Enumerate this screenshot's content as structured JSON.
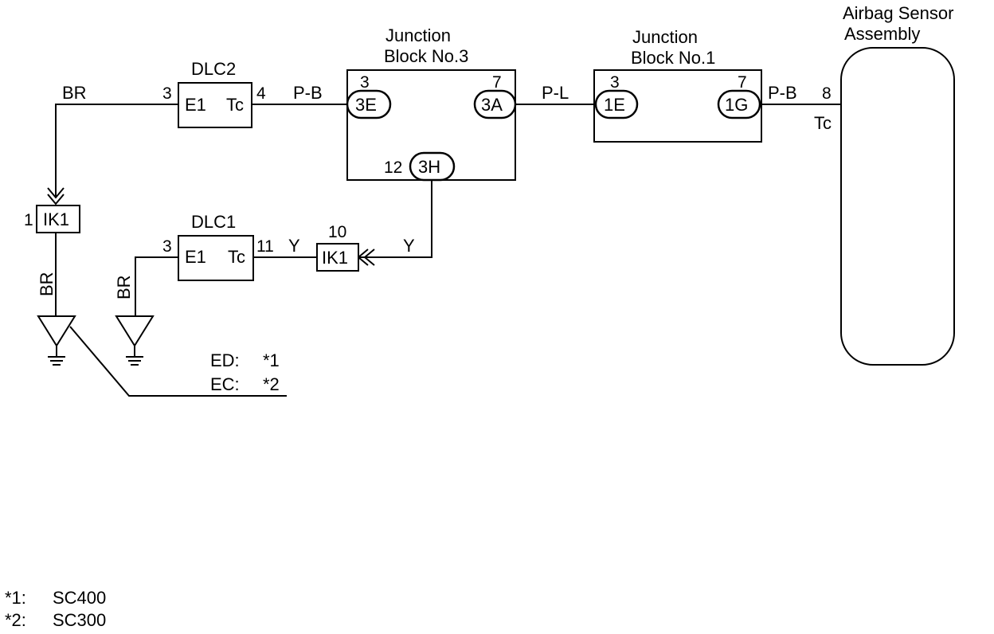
{
  "components": {
    "dlc2": {
      "name": "DLC2",
      "pin_e1": "3",
      "term_e1": "E1",
      "pin_tc": "4",
      "term_tc": "Tc"
    },
    "dlc1": {
      "name": "DLC1",
      "pin_e1": "3",
      "term_e1": "E1",
      "pin_tc": "11",
      "term_tc": "Tc"
    },
    "jb3": {
      "title_line1": "Junction",
      "title_line2": "Block No.3",
      "c3e": "3E",
      "c3e_pin": "3",
      "c3a": "3A",
      "c3a_pin": "7",
      "c3h": "3H",
      "c3h_pin": "12"
    },
    "jb1": {
      "title_line1": "Junction",
      "title_line2": "Block No.1",
      "c1e": "1E",
      "c1e_pin": "3",
      "c1g": "1G",
      "c1g_pin": "7"
    },
    "airbag": {
      "title_line1": "Airbag Sensor",
      "title_line2": "Assembly",
      "pin": "8",
      "term": "Tc"
    },
    "ik1_left": {
      "name": "IK1",
      "pin": "1"
    },
    "ik1_mid": {
      "name": "IK1",
      "pin": "10"
    }
  },
  "wires": {
    "br_top": "BR",
    "br_left_vertical": "BR",
    "br_dlc1_ground": "BR",
    "pb_dlc2_jb3": "P-B",
    "pl_jb3_jb1": "P-L",
    "pb_jb1_airbag": "P-B",
    "y_dlc1_ik1": "Y",
    "y_ik1_jb3": "Y"
  },
  "ground_labels": [
    {
      "code": "ED:",
      "note": "*1"
    },
    {
      "code": "EC:",
      "note": "*2"
    }
  ],
  "footnotes": [
    {
      "mark": "*1:",
      "text": "SC400"
    },
    {
      "mark": "*2:",
      "text": "SC300"
    }
  ]
}
